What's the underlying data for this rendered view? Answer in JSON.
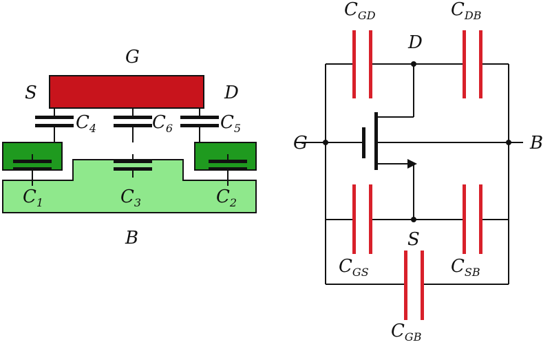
{
  "colors": {
    "gate_red": "#c8141c",
    "well_dark_green": "#1f9a1f",
    "substrate_green": "#8fe88c",
    "capacitor_red": "#d8202a",
    "wire_black": "#111111"
  },
  "cross_section": {
    "terminals": {
      "gate": "G",
      "source": "S",
      "drain": "D",
      "bulk": "B"
    },
    "capacitors": [
      {
        "id": "C4",
        "main": "C",
        "sub": "4"
      },
      {
        "id": "C6",
        "main": "C",
        "sub": "6"
      },
      {
        "id": "C5",
        "main": "C",
        "sub": "5"
      },
      {
        "id": "C1",
        "main": "C",
        "sub": "1"
      },
      {
        "id": "C3",
        "main": "C",
        "sub": "3"
      },
      {
        "id": "C2",
        "main": "C",
        "sub": "2"
      }
    ]
  },
  "equivalent_circuit": {
    "terminals": {
      "gate": "G",
      "drain": "D",
      "source": "S",
      "bulk": "B"
    },
    "capacitors": [
      {
        "id": "CGD",
        "main": "C",
        "sub": "GD"
      },
      {
        "id": "CDB",
        "main": "C",
        "sub": "DB"
      },
      {
        "id": "CGS",
        "main": "C",
        "sub": "GS"
      },
      {
        "id": "CSB",
        "main": "C",
        "sub": "SB"
      },
      {
        "id": "CGB",
        "main": "C",
        "sub": "GB"
      }
    ]
  }
}
